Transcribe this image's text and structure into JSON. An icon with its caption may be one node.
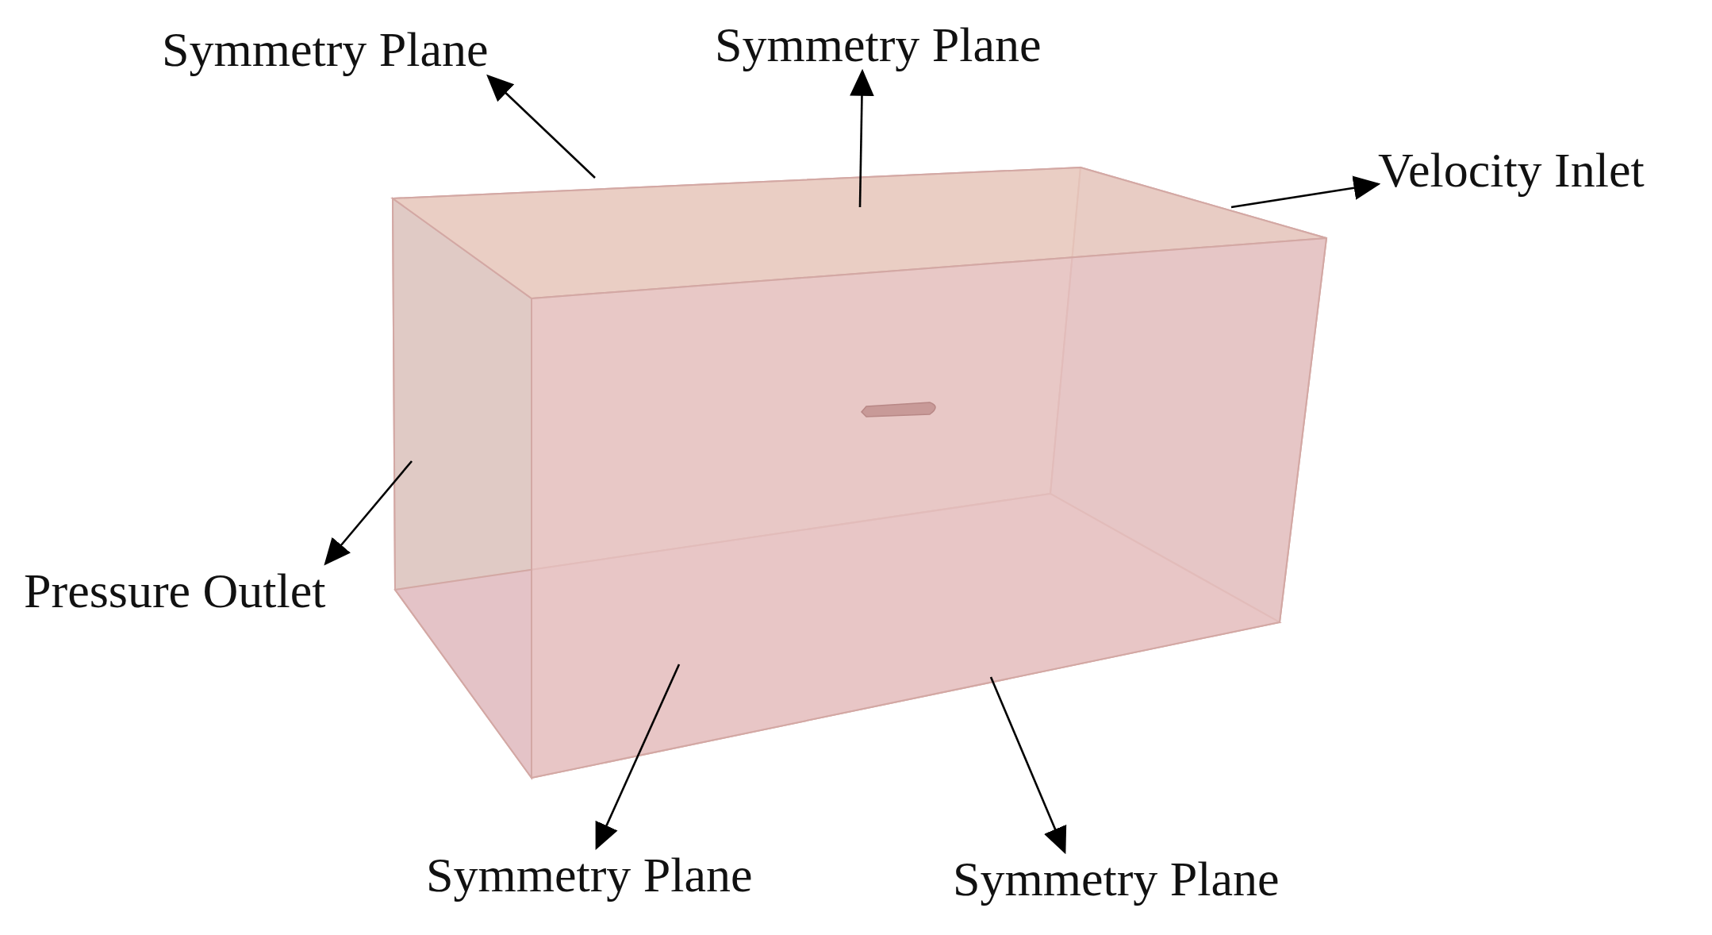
{
  "diagram": {
    "nodes": [
      {
        "text": [
          "Symmetry Plane"
        ]
      },
      {
        "text": [
          "Symmetry Plane"
        ]
      },
      {
        "text": [
          "Velocity Inlet"
        ]
      },
      {
        "text": [
          "Pressure Outlet"
        ]
      },
      {
        "text": [
          "Symmetry Plane"
        ]
      },
      {
        "text": [
          "Symmetry Plane"
        ]
      }
    ],
    "edges": [
      {
        "from": null,
        "to": 0,
        "arrow": "to"
      },
      {
        "from": null,
        "to": 1,
        "arrow": "to"
      },
      {
        "from": null,
        "to": 2,
        "arrow": "to"
      },
      {
        "from": null,
        "to": 3,
        "arrow": "to"
      },
      {
        "from": null,
        "to": 4,
        "arrow": "to"
      },
      {
        "from": null,
        "to": 5,
        "arrow": "to"
      }
    ]
  }
}
